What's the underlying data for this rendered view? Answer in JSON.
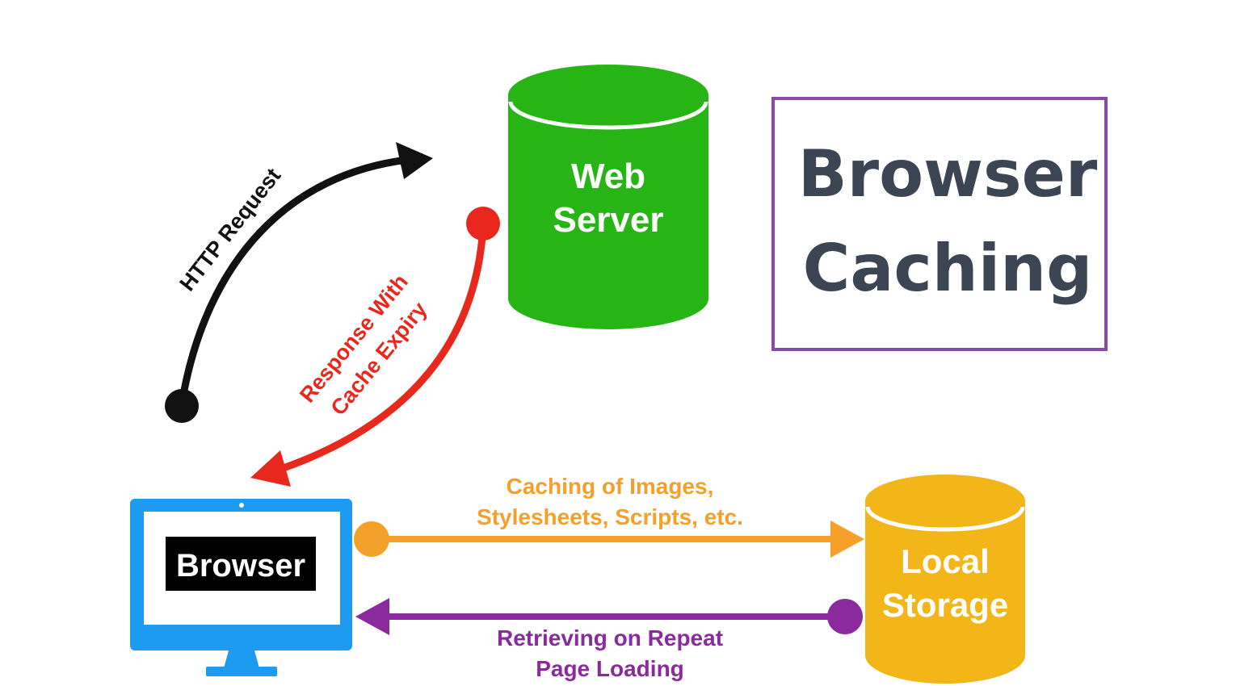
{
  "title": {
    "line1": "Browser",
    "line2": "Caching"
  },
  "nodes": {
    "web_server": {
      "line1": "Web",
      "line2": "Server"
    },
    "browser": {
      "label": "Browser"
    },
    "local_storage": {
      "line1": "Local",
      "line2": "Storage"
    }
  },
  "edges": {
    "http_request": {
      "label": "HTTP Request"
    },
    "response": {
      "line1": "Response With",
      "line2": "Cache Expiry"
    },
    "caching": {
      "line1": "Caching of Images,",
      "line2": "Stylesheets, Scripts, etc."
    },
    "retrieving": {
      "line1": "Retrieving on Repeat",
      "line2": "Page Loading"
    }
  },
  "colors": {
    "web_server": "#26b514",
    "browser_monitor": "#1d9bf0",
    "local_storage": "#f3b618",
    "title_border": "#8a4aa8",
    "title_text": "#3b4553",
    "http_arrow": "#111111",
    "response_arrow": "#e8281c",
    "caching_arrow": "#f5a02a",
    "retrieving_arrow": "#8a2a9e"
  }
}
